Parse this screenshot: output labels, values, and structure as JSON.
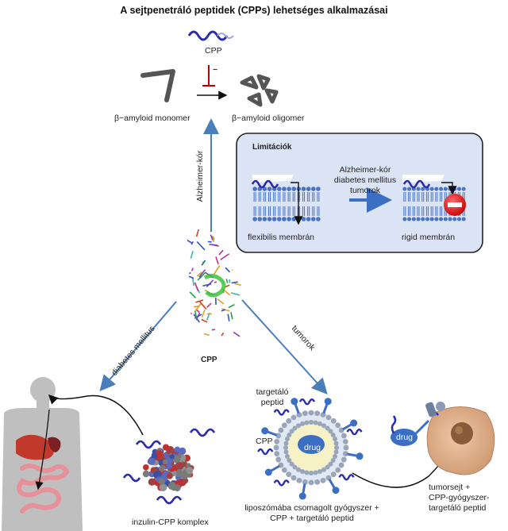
{
  "title": "A sejtpenetráló peptidek (CPPs) lehetséges alkalmazásai",
  "top": {
    "cpp_label": "CPP",
    "inhibit_sign": "−",
    "monomer_label": "β−amyloid monomer",
    "oligomer_label": "β−amyloid oligomer"
  },
  "limits": {
    "title": "Limitációk",
    "conditions": [
      "Alzheimer-kór",
      "diabetes mellitus",
      "tumorok"
    ],
    "flexible_label": "flexibilis membrán",
    "rigid_label": "rigid membrán"
  },
  "center": {
    "cpp_label": "CPP"
  },
  "arrows": {
    "alzheimer": "Alzheimer-kór",
    "diabetes": "diabetes mellitus",
    "tumor": "tumorok"
  },
  "diabetes": {
    "complex_label": "inzulin-CPP komplex"
  },
  "tumor": {
    "targeting_label_1": "targetáló",
    "targeting_label_2": "peptid",
    "cpp_label": "CPP",
    "drug_label": "drug",
    "drug_label_2": "drug",
    "liposome_caption_1": "liposzómába csomagolt gyógyszer +",
    "liposome_caption_2": "CPP + targetáló peptid",
    "cell_caption_1": "tumorsejt +",
    "cell_caption_2": "CPP-gyógyszer-",
    "cell_caption_3": "targetáló peptid"
  },
  "colors": {
    "arrow_blue": "#4a7ebb",
    "peptide_blue": "#2b2bb0",
    "box_fill": "#dbe4f4",
    "membrane_blue": "#4a73c4",
    "inhibit_red": "#c00000",
    "stop_red": "#e02020",
    "organ_red": "#c0392b",
    "intestine_pink": "#e8909a",
    "body_gray": "#bfbfbf",
    "tumor_cell": "#e0b090",
    "nucleus": "#8a5a3a"
  }
}
